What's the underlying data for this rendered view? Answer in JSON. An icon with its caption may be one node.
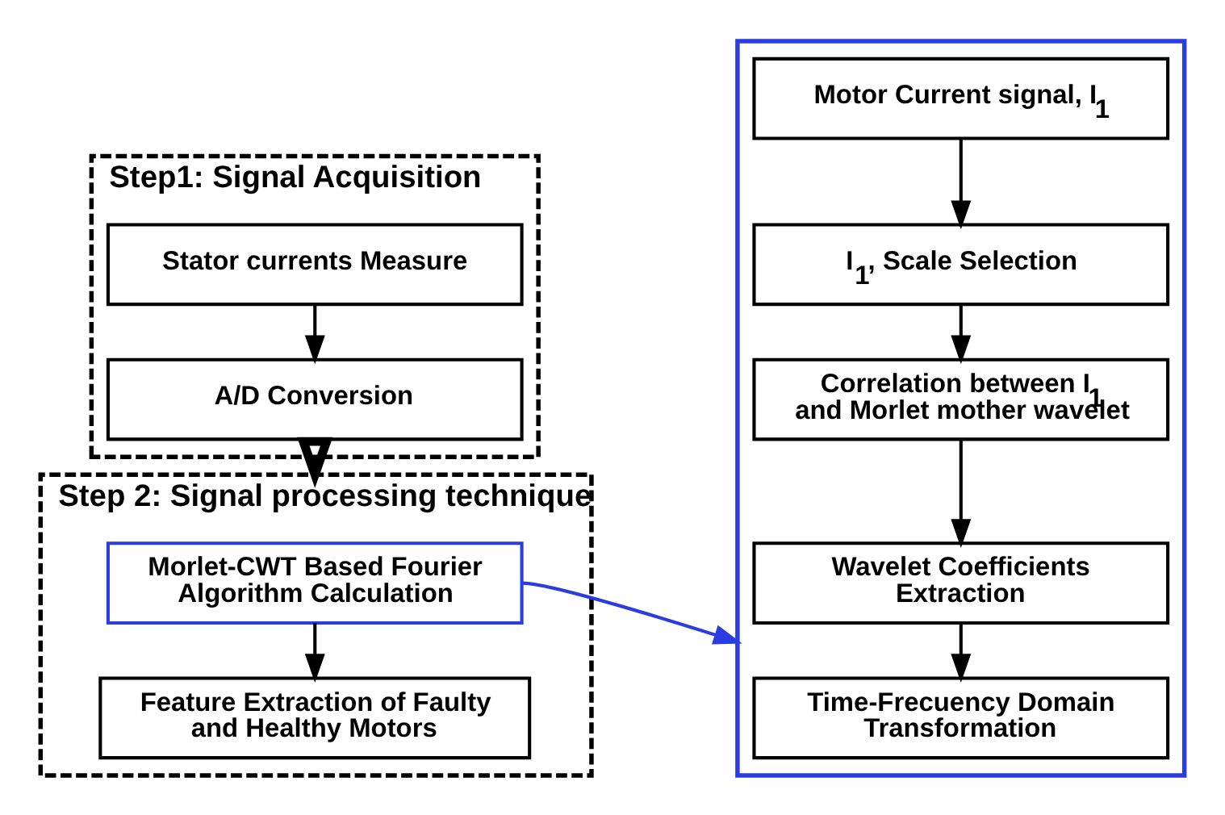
{
  "diagram": {
    "nodes": [
      {
        "text": [
          "Step1: Signal Acquisition"
        ]
      },
      {
        "text": [
          "Stator currents Measure"
        ],
        "in": 0
      },
      {
        "text": [
          "A/D Conversion"
        ],
        "in": 0
      },
      {
        "text": [
          "Step 2: Signal processing technique"
        ]
      },
      {
        "text": [
          "Morlet-CWT Based Fourier Algorithm Calculation"
        ],
        "in": 3
      },
      {
        "text": [
          "Feature Extraction of Faulty and Healthy Motors"
        ],
        "in": 3
      },
      {
        "text": [],
        "shape": "box"
      },
      {
        "text": [
          "Motor Current signal, I$_{1}$"
        ],
        "in": 6
      },
      {
        "text": [
          "I$_{1}$, Scale Selection"
        ],
        "in": 6
      },
      {
        "text": [
          "Correlation between I$_{1}$ and Morlet mother wavelet"
        ],
        "in": 6
      },
      {
        "text": [
          "Wavelet Coefficients Extraction"
        ],
        "in": 6
      },
      {
        "text": [
          "Time-Frecuency Domain Transformation"
        ],
        "in": 6
      }
    ],
    "edges": [
      {
        "from": 1,
        "to": 2,
        "arrow": "to"
      },
      {
        "from": 0,
        "to": 3,
        "arrow": "to",
        "style": "thick"
      },
      {
        "from": 4,
        "to": 5,
        "arrow": "to"
      },
      {
        "from": 4,
        "to": 6,
        "arrow": "to",
        "color": "#2b3de0"
      },
      {
        "from": 7,
        "to": 8,
        "arrow": "to"
      },
      {
        "from": 8,
        "to": 9,
        "arrow": "to"
      },
      {
        "from": 9,
        "to": 10,
        "arrow": "to"
      },
      {
        "from": 10,
        "to": 11,
        "arrow": "to"
      }
    ]
  }
}
